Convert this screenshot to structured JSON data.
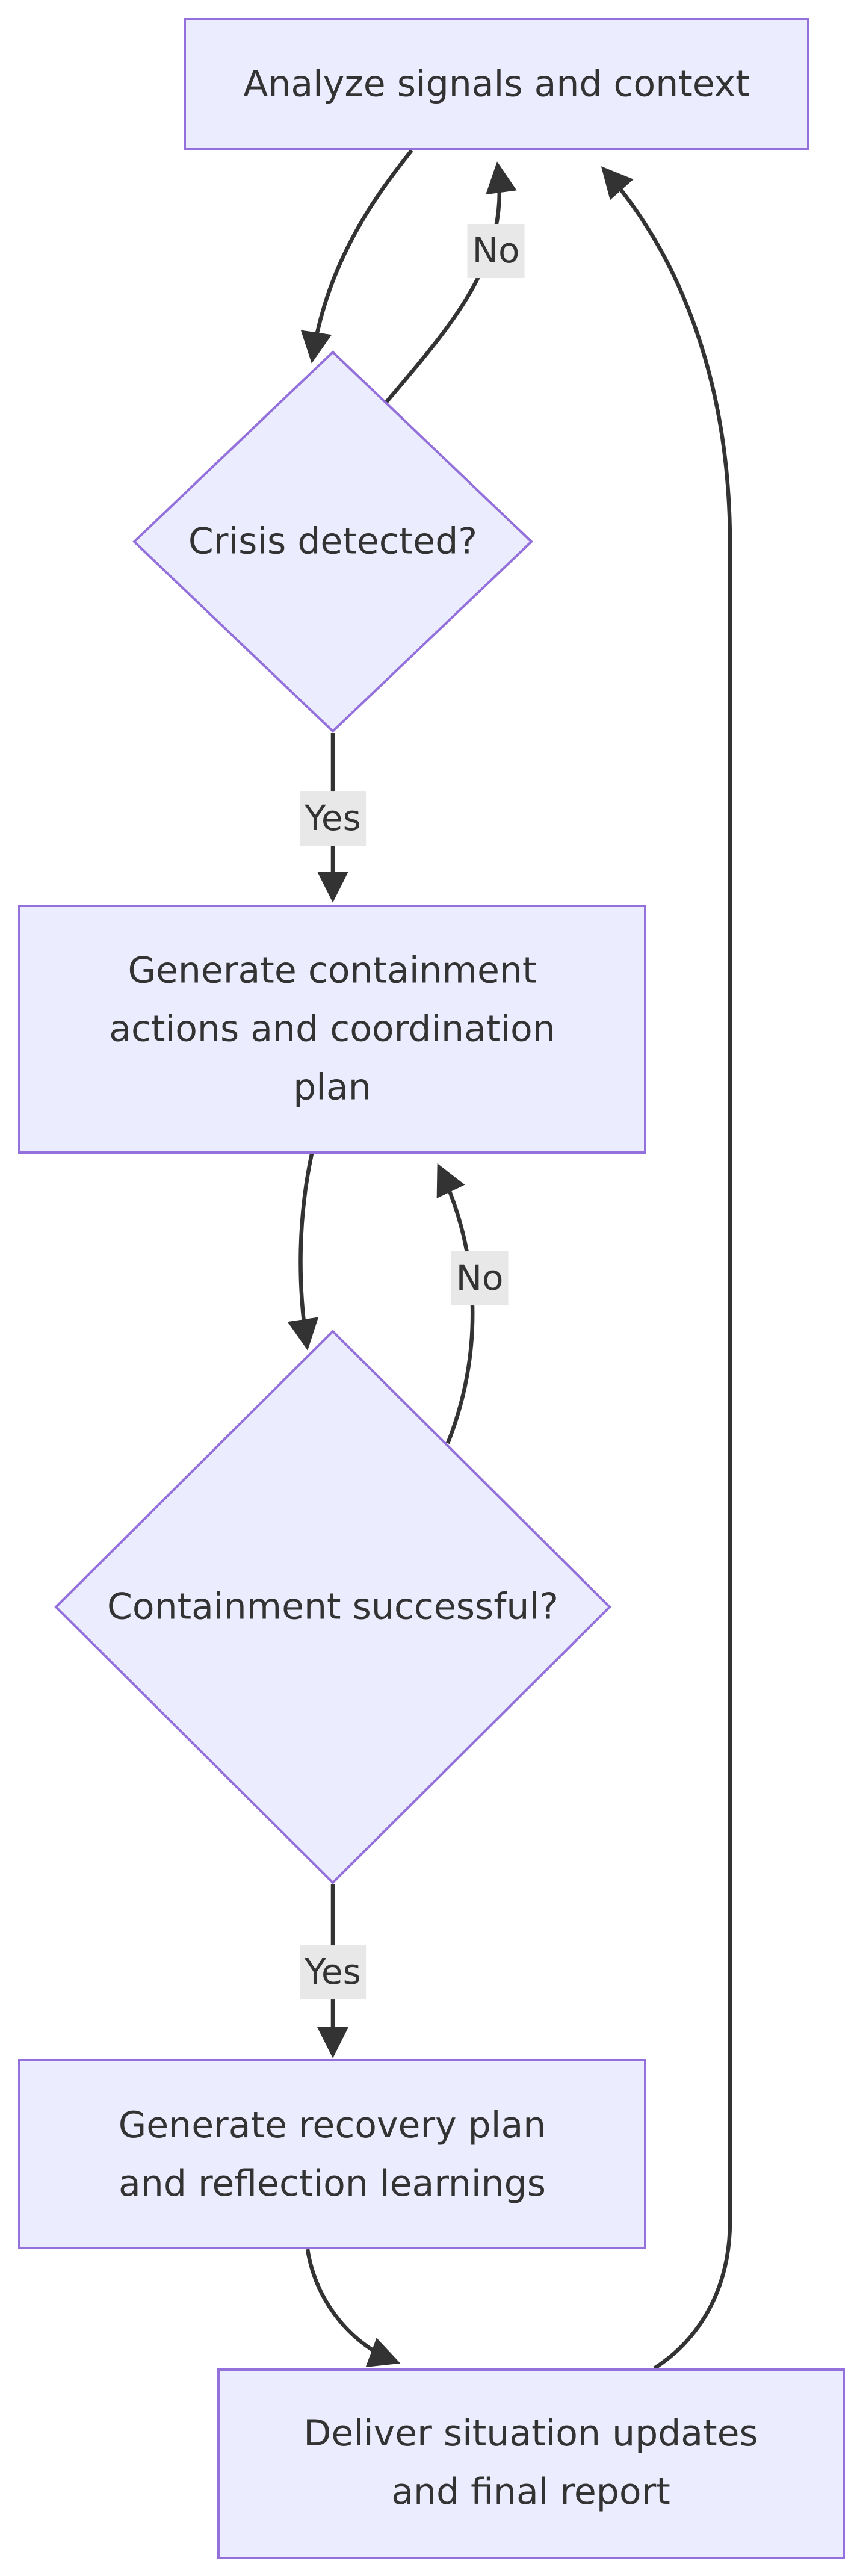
{
  "diagram": {
    "type": "flowchart",
    "direction": "top-down",
    "colors": {
      "background": "#ffffff",
      "node_fill": "#ECECFF",
      "node_border": "#9370DB",
      "edge_stroke": "#333333",
      "text": "#333333",
      "edge_label_bg": "#e8e8e8"
    },
    "nodes": [
      {
        "id": "analyze",
        "shape": "rect",
        "label": "Analyze signals and context",
        "lines": [
          "Analyze signals and context"
        ]
      },
      {
        "id": "crisis",
        "shape": "diamond",
        "label": "Crisis detected?",
        "lines": [
          "Crisis detected?"
        ]
      },
      {
        "id": "containment",
        "shape": "rect",
        "label": "Generate containment actions and coordination plan",
        "lines": [
          "Generate containment",
          "actions and coordination",
          "plan"
        ]
      },
      {
        "id": "success",
        "shape": "diamond",
        "label": "Containment successful?",
        "lines": [
          "Containment successful?"
        ]
      },
      {
        "id": "recovery",
        "shape": "rect",
        "label": "Generate recovery plan and reflection learnings",
        "lines": [
          "Generate recovery plan",
          "and reflection learnings"
        ]
      },
      {
        "id": "deliver",
        "shape": "rect",
        "label": "Deliver situation updates and final report",
        "lines": [
          "Deliver situation updates",
          "and final report"
        ]
      }
    ],
    "edges": [
      {
        "from": "analyze",
        "to": "crisis",
        "label": ""
      },
      {
        "from": "crisis",
        "to": "analyze",
        "label": "No"
      },
      {
        "from": "crisis",
        "to": "containment",
        "label": "Yes"
      },
      {
        "from": "containment",
        "to": "success",
        "label": ""
      },
      {
        "from": "success",
        "to": "containment",
        "label": "No"
      },
      {
        "from": "success",
        "to": "recovery",
        "label": "Yes"
      },
      {
        "from": "recovery",
        "to": "deliver",
        "label": ""
      },
      {
        "from": "deliver",
        "to": "analyze",
        "label": ""
      }
    ]
  }
}
